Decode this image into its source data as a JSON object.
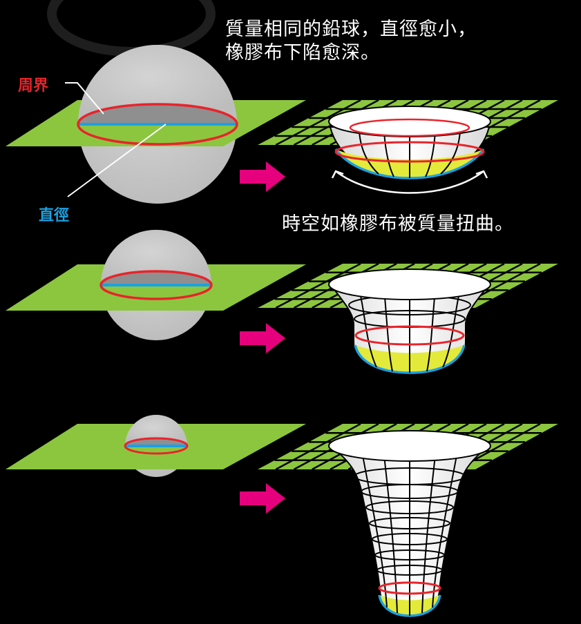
{
  "caption_top": [
    "質量相同的鉛球，直徑愈小，",
    "橡膠布下陷愈深。"
  ],
  "caption_mid": "時空如橡膠布被質量扭曲。",
  "labels": {
    "perimeter": "周界",
    "diameter": "直徑"
  },
  "colors": {
    "background": "#000000",
    "sheet": "#8cc63f",
    "ball": "#c8c8c8",
    "perimeter": "#e8242b",
    "diameter": "#1ba1e2",
    "arrow": "#e6007e",
    "fill": "#e4ea3a"
  },
  "rows": [
    {
      "ball": "large",
      "depth": "shallow"
    },
    {
      "ball": "medium",
      "depth": "deeper"
    },
    {
      "ball": "small",
      "depth": "deepest"
    }
  ]
}
